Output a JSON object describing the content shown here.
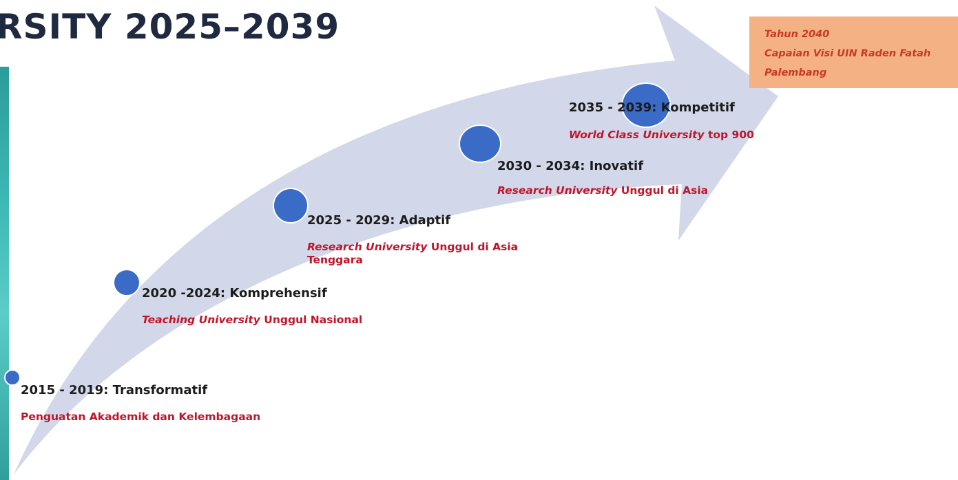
{
  "title": "RSITY 2025–2039",
  "target": {
    "lines": [
      "Tahun 2040",
      "Capaian Visi UIN Raden Fatah",
      "Palembang"
    ]
  },
  "colors": {
    "arrow": "#d2d8ea",
    "dot": "#3a6bc6",
    "highlight": "#c0152a",
    "target_box": "#f4b183",
    "title": "#1f2940"
  },
  "milestones": [
    {
      "title": "2015 - 2019: Transformatif",
      "desc_italic": "",
      "desc_rest": "Penguatan Akademik dan Kelembagaan"
    },
    {
      "title": "2020 -2024: Komprehensif",
      "desc_italic": "Teaching University",
      "desc_rest": " Unggul Nasional"
    },
    {
      "title": "2025 - 2029: Adaptif",
      "desc_italic": "Research University",
      "desc_rest": "  Unggul di Asia Tenggara"
    },
    {
      "title": "2030 - 2034: Inovatif",
      "desc_italic": "Research University",
      "desc_rest": "  Unggul di Asia"
    },
    {
      "title": "2035 - 2039: Kompetitif",
      "desc_italic": "World Class University",
      "desc_rest": " top 900"
    }
  ]
}
